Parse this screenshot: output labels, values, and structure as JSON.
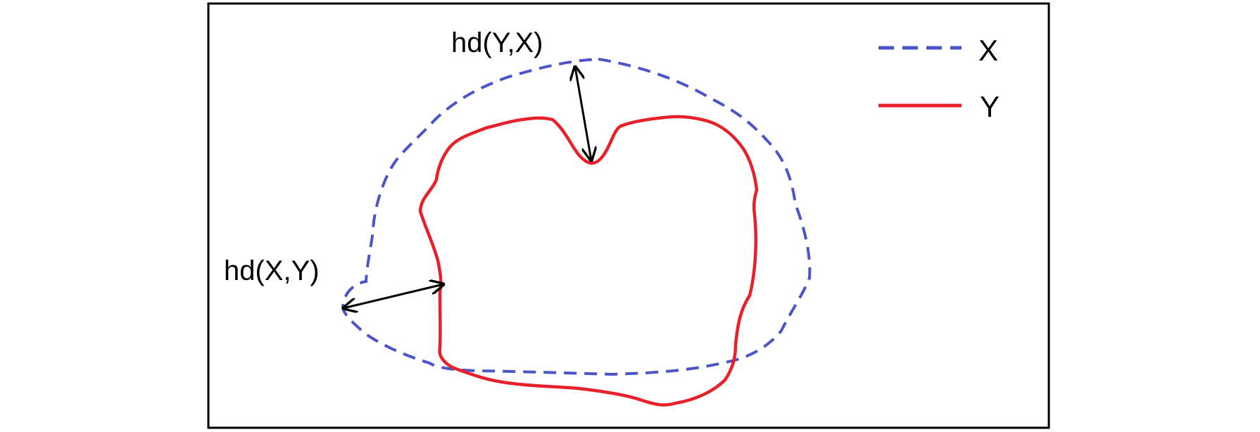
{
  "diagram": {
    "annotations": {
      "hd_yx": "hd(Y,X)",
      "hd_xy": "hd(X,Y)"
    },
    "legend": {
      "x_label": "X",
      "y_label": "Y"
    },
    "colors": {
      "x_contour": "#4b55c8",
      "y_contour": "#e8202a",
      "arrows": "#000000",
      "frame": "#000000"
    },
    "styles": {
      "x_contour": "dashed",
      "y_contour": "solid"
    }
  }
}
